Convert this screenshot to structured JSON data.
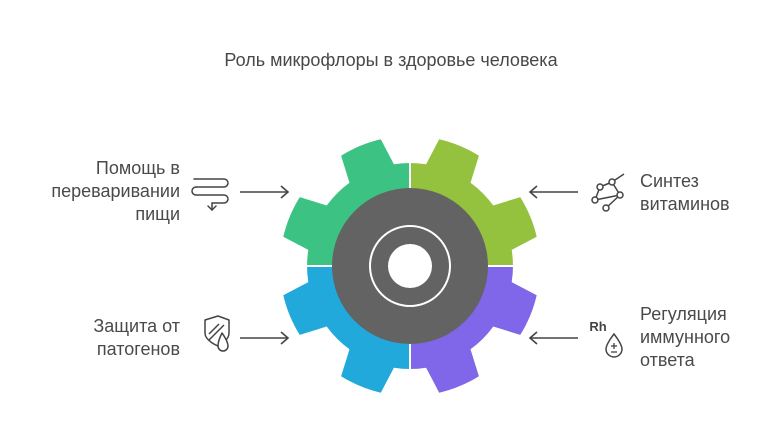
{
  "title": "Роль микрофлоры в здоровье человека",
  "items": [
    {
      "label_lines": [
        "Помощь в",
        "переваривании",
        "пищи"
      ],
      "icon": "digestion-icon",
      "color": "#3cc383"
    },
    {
      "label_lines": [
        "Синтез",
        "витаминов"
      ],
      "icon": "molecule-icon",
      "color": "#94c13e"
    },
    {
      "label_lines": [
        "Защита от",
        "патогенов"
      ],
      "icon": "shield-drop-icon",
      "color": "#21a9dc"
    },
    {
      "label_lines": [
        "Регуляция",
        "иммунного",
        "ответа"
      ],
      "icon": "rh-factor-icon",
      "icon_text": "Rh",
      "color": "#8066e8"
    }
  ],
  "colors": {
    "gear_center": "#636363",
    "icon_stroke": "#444444",
    "arrow": "#444444"
  }
}
